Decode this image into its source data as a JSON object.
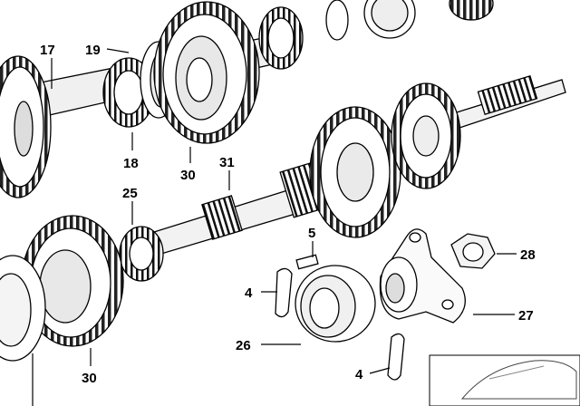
{
  "callouts": {
    "c17": "17",
    "c19": "19",
    "c18": "18",
    "c30_top": "30",
    "c31": "31",
    "c25": "25",
    "c5": "5",
    "c28": "28",
    "c4_top": "4",
    "c27": "27",
    "c26": "26",
    "c4_bottom": "4",
    "c30_bottom": "30"
  },
  "colors": {
    "line": "#000000",
    "paper": "#ffffff",
    "shade": "#e6e6e6",
    "dark": "#9a9a9a"
  }
}
